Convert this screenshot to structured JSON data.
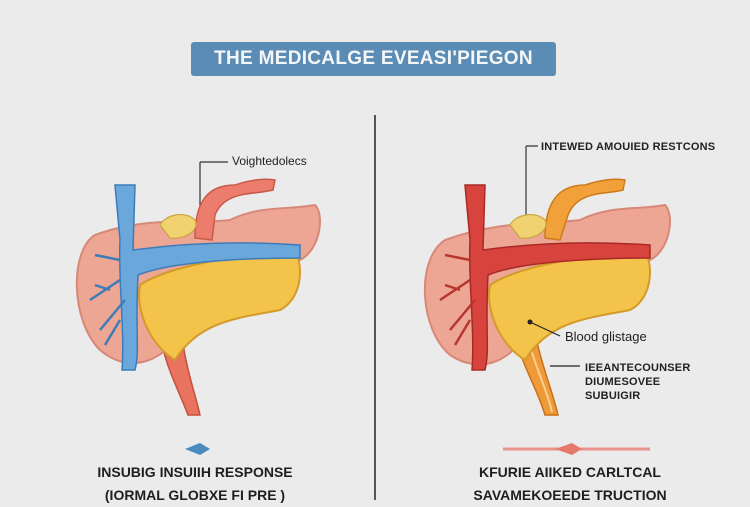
{
  "title": "THE MEDICALGE EVEASI'PIEGON",
  "left_panel": {
    "label_top": "Voightedolecs",
    "caption_line1": "INSUBIG INSUIIH RESPONSE",
    "caption_line2": "(IORMAL GLOBXE FI PRE )",
    "arrow_color": "#4a8bc0",
    "vessel_color": "#5a9fd4"
  },
  "right_panel": {
    "label_top": "INTEWED AMOUIED RESTCONS",
    "label_blood": "Blood glistage",
    "label_block": [
      "IEEANTECOUNSER",
      "DIUMESOVEE",
      "SUBUIGIR"
    ],
    "caption_line1": "KFURIE AIIKED CARLTCAL",
    "caption_line2": "SAVAMEKOEEDE TRUCTION",
    "arrow_color": "#e5796c",
    "vessel_color": "#d8433d"
  }
}
